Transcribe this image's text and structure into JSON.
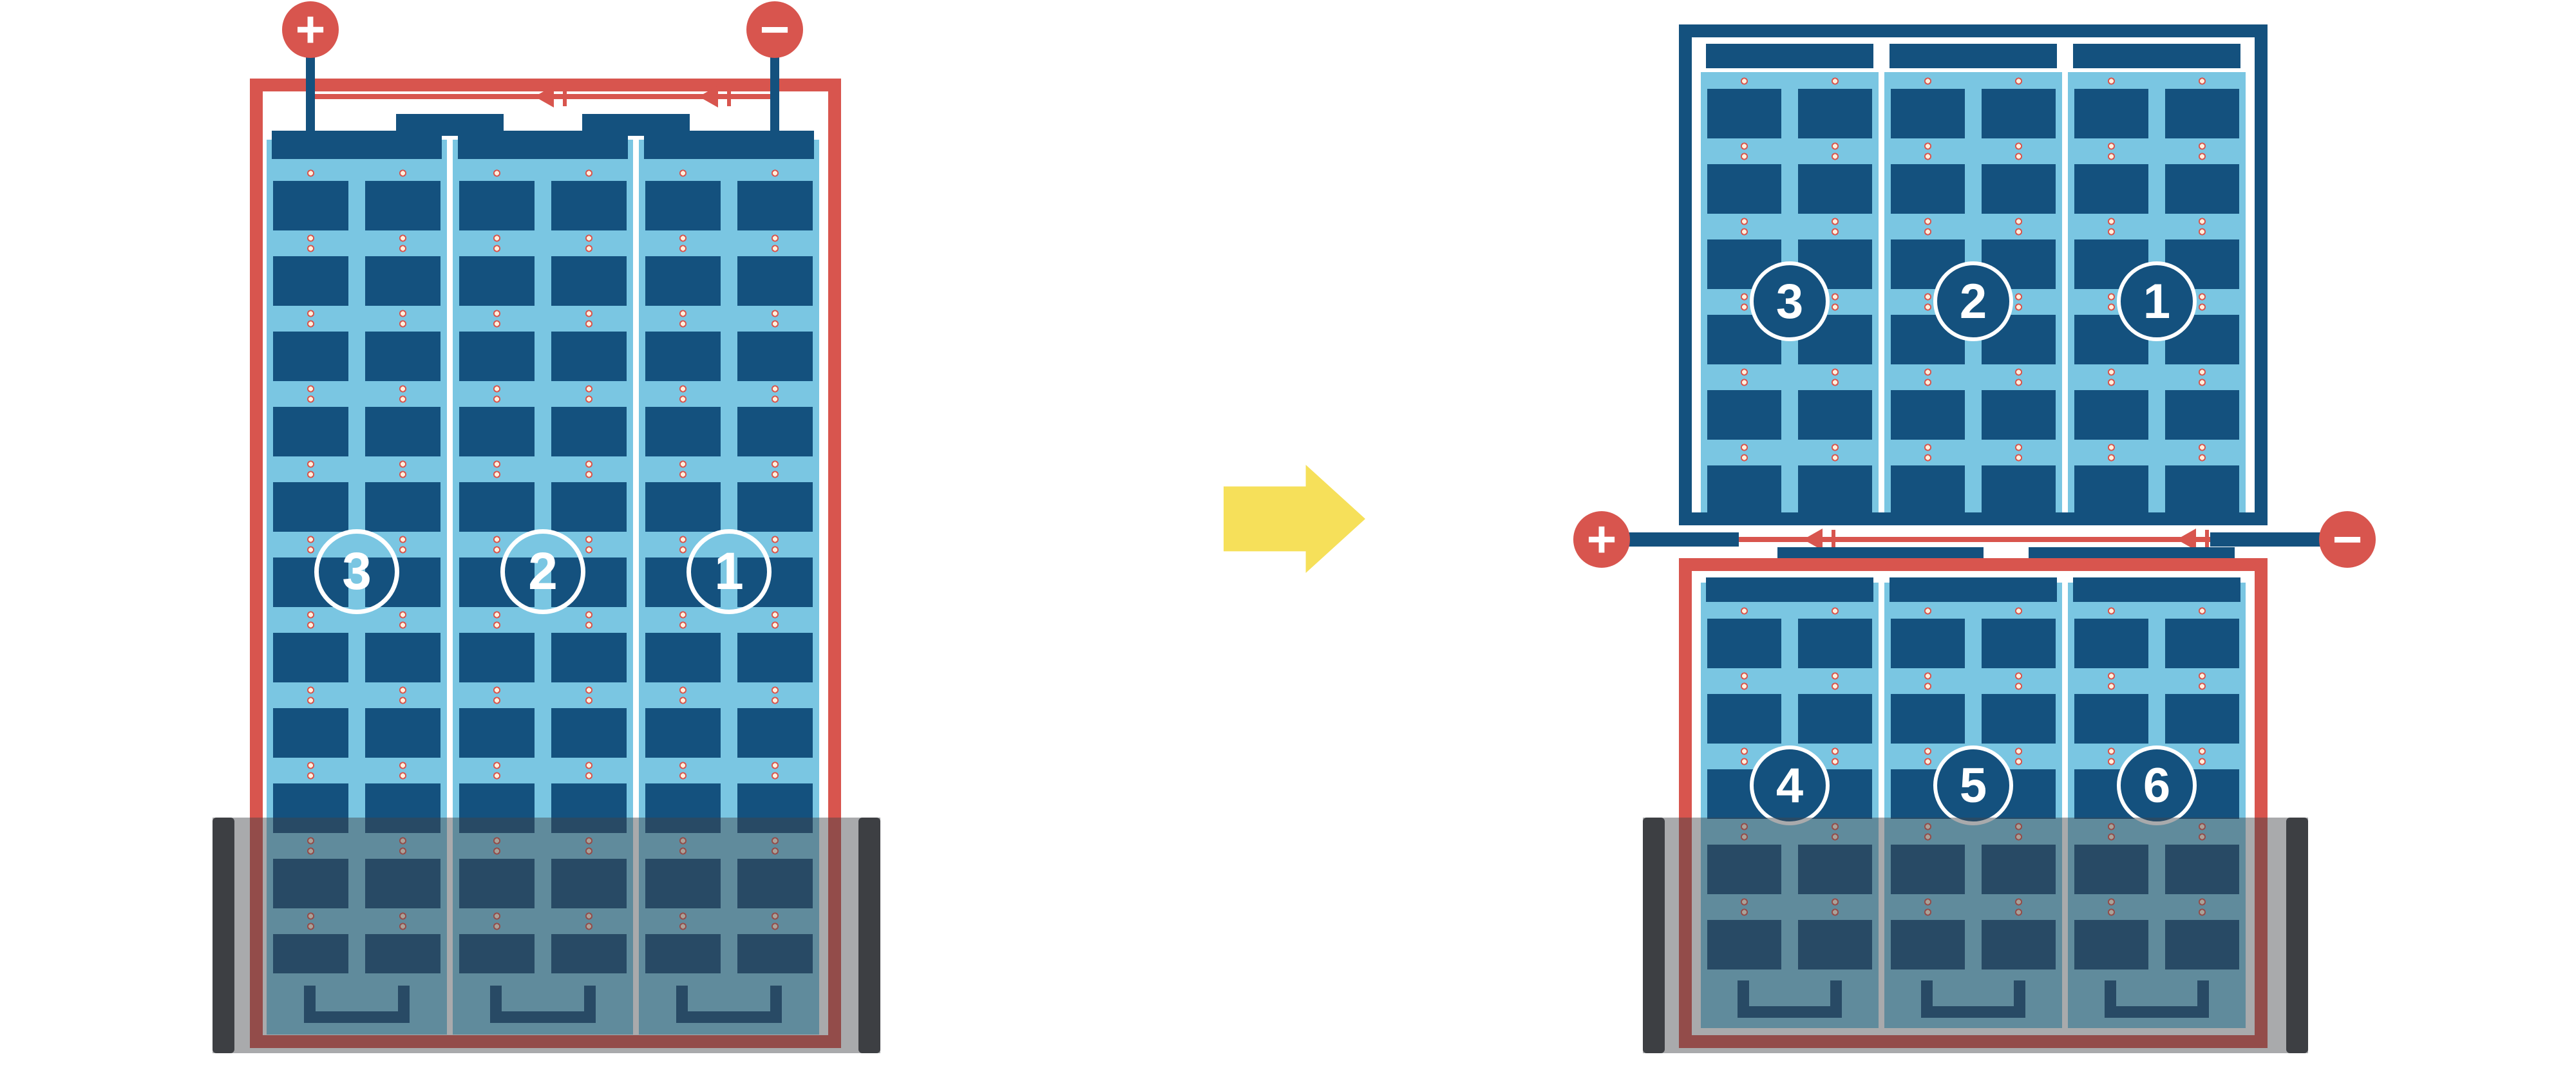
{
  "left_diagram": {
    "terminals": {
      "plus": "+",
      "minus": "−"
    },
    "column_labels": [
      "3",
      "2",
      "1"
    ]
  },
  "transition_arrow": {
    "direction": "right"
  },
  "right_diagram": {
    "terminals": {
      "plus": "+",
      "minus": "−"
    },
    "top_panel": {
      "column_labels": [
        "3",
        "2",
        "1"
      ]
    },
    "bottom_panel": {
      "column_labels": [
        "4",
        "5",
        "6"
      ]
    }
  },
  "colors": {
    "accent_red": "#D8554E",
    "cell_navy": "#14517E",
    "panel_light_blue": "#7AC6E2",
    "arrow_yellow": "#F6E05A",
    "shade_overlay": "rgba(64,66,70,0.45)",
    "shade_bar": "#3D3F43",
    "dot_core": "#FFF0DD",
    "dot_ring": "#D8554E"
  }
}
